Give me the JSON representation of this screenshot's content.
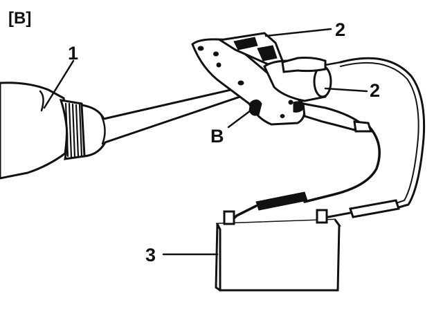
{
  "figure": {
    "panel_label": "[B]",
    "labels": {
      "item_1": "1",
      "item_2_upper": "2",
      "item_2_lower": "2",
      "item_b": "B",
      "item_3": "3"
    },
    "colors": {
      "ink": "#111111",
      "paper": "#ffffff"
    }
  }
}
